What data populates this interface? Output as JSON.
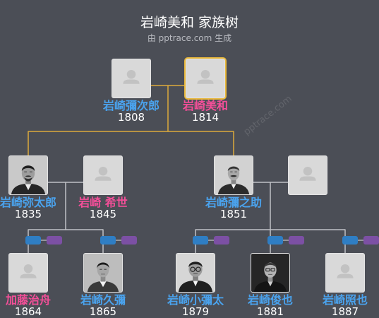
{
  "title": "岩崎美和 家族树",
  "subtitle": "由 pptrace.com 生成",
  "watermark": "pptrace.com",
  "colors": {
    "background": "#4b4e56",
    "title": "#ffffff",
    "subtitle": "#b8bac0",
    "year": "#ffffff",
    "male_name": "#4aa3ee",
    "female_name": "#f24f98",
    "parent_link": "#dcaa3c",
    "child_link": "#bfc1c5",
    "spouse_pill": "#2f7ec4",
    "children_pill": "#7c50a4",
    "placeholder_bg": "#d9d9d9",
    "placeholder_icon": "#c2c2c2",
    "focus_border": "#e8b83c"
  },
  "tree": {
    "generation_1": [
      {
        "name": "岩崎彌次郎",
        "year": "1808",
        "name_color": "#4aa3ee",
        "photo": "avatar-placeholder-icon"
      },
      {
        "name": "岩崎美和",
        "year": "1814",
        "name_color": "#f24f98",
        "photo": "avatar-placeholder-icon",
        "focus": true
      }
    ],
    "generation_2": [
      {
        "name": "岩崎弥太郎",
        "year": "1835",
        "name_color": "#4aa3ee",
        "photo": "portrait-photo"
      },
      {
        "name": "岩崎 希世",
        "year": "1845",
        "name_color": "#f24f98",
        "photo": "avatar-placeholder-icon"
      },
      {
        "name": "岩崎彌之助",
        "year": "1851",
        "name_color": "#4aa3ee",
        "photo": "portrait-photo"
      },
      {
        "photo": "avatar-placeholder-icon"
      }
    ],
    "generation_3": [
      {
        "name": "加藤治舟",
        "year": "1864",
        "name_color": "#f24f98",
        "photo": "avatar-placeholder-icon"
      },
      {
        "name": "岩崎久彌",
        "year": "1865",
        "name_color": "#4aa3ee",
        "photo": "portrait-photo"
      },
      {
        "name": "岩崎小彌太",
        "year": "1879",
        "name_color": "#4aa3ee",
        "photo": "portrait-photo"
      },
      {
        "name": "岩崎俊也",
        "year": "1881",
        "name_color": "#4aa3ee",
        "photo": "portrait-photo"
      },
      {
        "name": "岩崎照也",
        "year": "1887",
        "name_color": "#4aa3ee",
        "photo": "avatar-placeholder-icon"
      }
    ]
  }
}
